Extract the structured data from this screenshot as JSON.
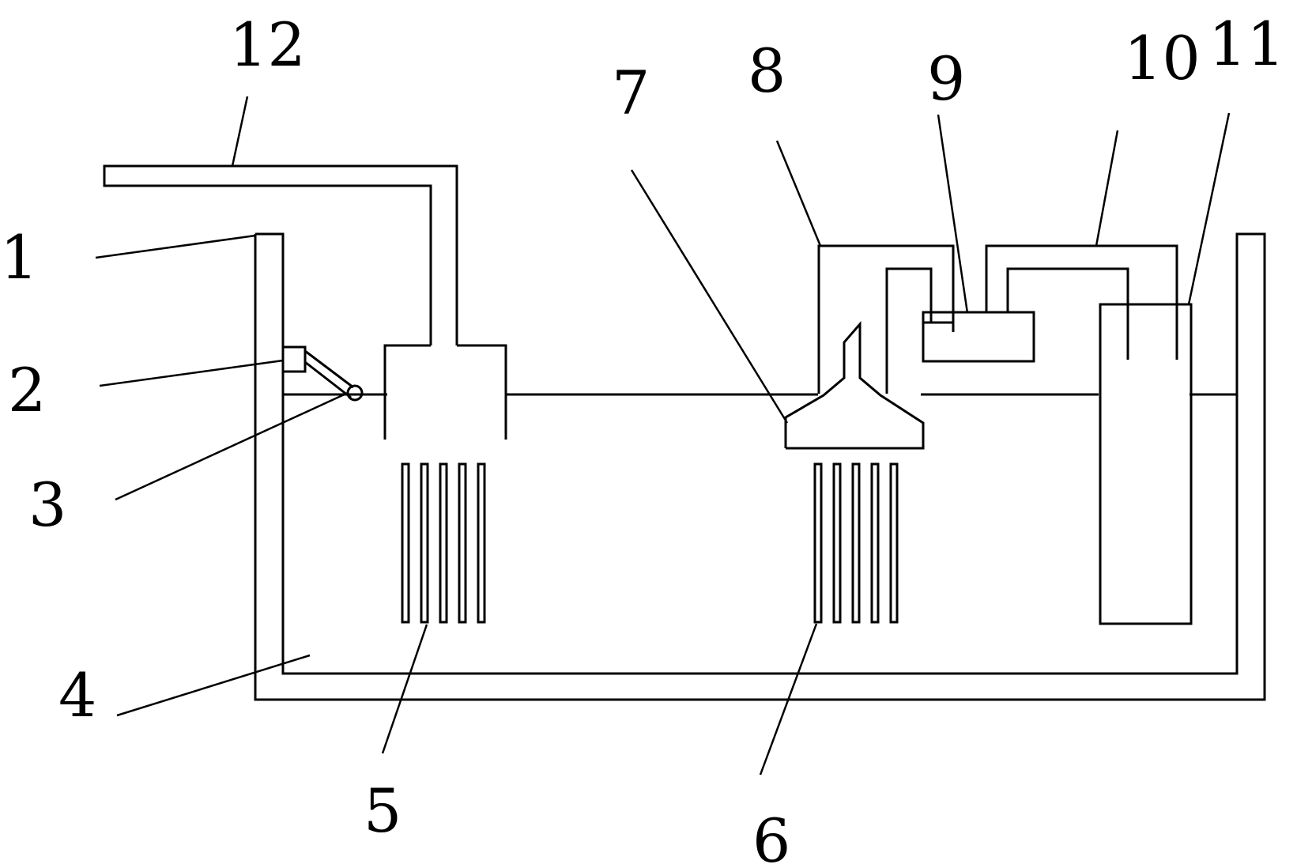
{
  "labels": {
    "n1": "1",
    "n2": "2",
    "n3": "3",
    "n4": "4",
    "n5": "5",
    "n6": "6",
    "n7": "7",
    "n8": "8",
    "n9": "9",
    "n10": "10",
    "n11": "11",
    "n12": "12"
  },
  "colors": {
    "line": "#000000",
    "background": "#ffffff"
  }
}
